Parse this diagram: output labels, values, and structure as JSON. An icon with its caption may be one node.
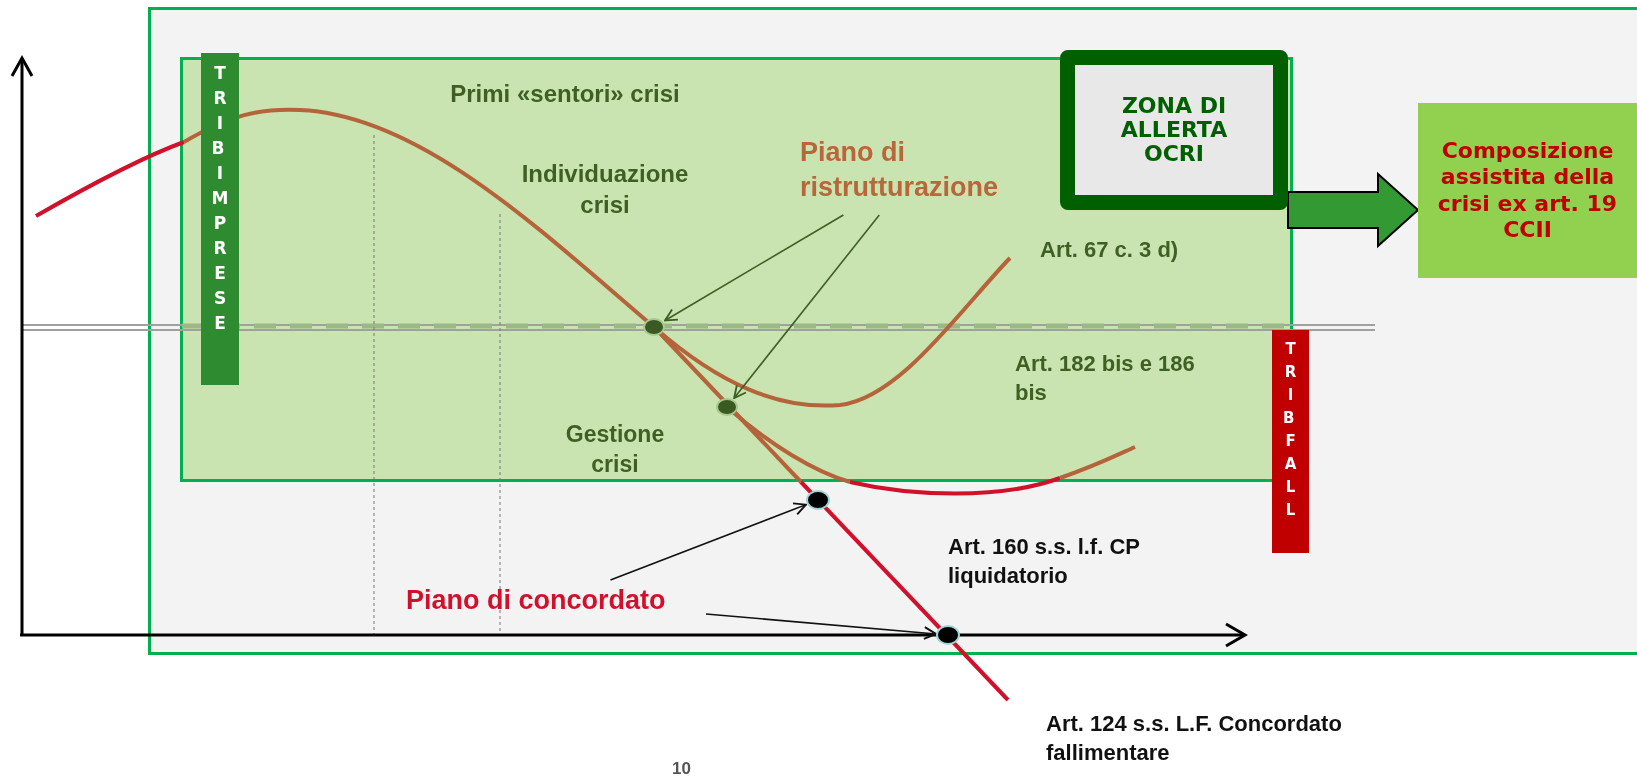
{
  "diagram": {
    "nodes": [
      {
        "text": [],
        "shape": "box"
      },
      {
        "text": [],
        "shape": "box",
        "in": 0
      },
      {
        "text": [
          "TRIB IMPRESE"
        ],
        "in": 1
      },
      {
        "text": [
          "ZONA DI ALLERTA OCRI"
        ],
        "in": 1
      },
      {
        "text": [
          "Composizione assistita della crisi ex art. 19 CCII"
        ],
        "in": 0
      },
      {
        "text": [
          "TRIB FALL"
        ],
        "in": 0
      },
      {
        "text": [
          "Piano di ristrutturazione"
        ],
        "in": 1
      },
      {
        "text": [],
        "shape": "circle",
        "in": 1
      },
      {
        "text": [],
        "shape": "circle",
        "in": 1
      },
      {
        "text": [
          "Piano di concordato"
        ],
        "in": 0
      },
      {
        "text": [],
        "shape": "circle",
        "in": 0
      },
      {
        "text": [],
        "shape": "circle",
        "in": 0
      }
    ],
    "edges": [
      {
        "from": 3,
        "to": 4,
        "arrow": "to",
        "style": "thick",
        "color": "#339933"
      },
      {
        "from": 6,
        "to": 7,
        "arrow": "to",
        "color": "#3f5f25"
      },
      {
        "from": 6,
        "to": 8,
        "arrow": "to",
        "color": "#3f5f25"
      },
      {
        "from": 9,
        "to": 10,
        "arrow": "to"
      },
      {
        "from": 9,
        "to": 11,
        "arrow": "to"
      }
    ],
    "labels": [
      "Primi «sentori» crisi",
      "Individuazione crisi",
      "Art. 67 c. 3 d)",
      "Art. 182 bis e 186 bis",
      "Gestione crisi",
      "Art. 160 s.s. l.f. CP liquidatorio",
      "Art. 124 s.s. L.F. Concordato fallimentare",
      "10"
    ]
  }
}
